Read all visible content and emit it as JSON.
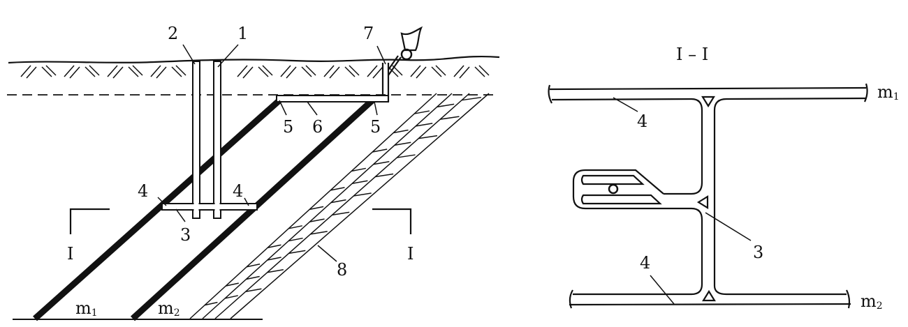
{
  "figure": {
    "left_view": {
      "labels": {
        "shaft_1": "1",
        "shaft_2": "2",
        "station_3": "3",
        "roadway_4a": "4",
        "roadway_4b": "4",
        "raise_5a": "5",
        "raise_5b": "5",
        "crosscut_6": "6",
        "vent_shaft_7": "7",
        "strata_8": "8",
        "section_left": "I",
        "section_right": "I",
        "seam_m1": "m",
        "seam_m1_sub": "1",
        "seam_m2": "m",
        "seam_m2_sub": "2"
      }
    },
    "section_view": {
      "title": "I – I",
      "labels": {
        "roadway_top": "4",
        "roadway_bottom": "4",
        "crosscut": "3",
        "seam_m1": "m",
        "seam_m1_sub": "1",
        "seam_m2": "m",
        "seam_m2_sub": "2"
      }
    },
    "colors": {
      "ink": "#111111",
      "background": "#ffffff"
    }
  }
}
